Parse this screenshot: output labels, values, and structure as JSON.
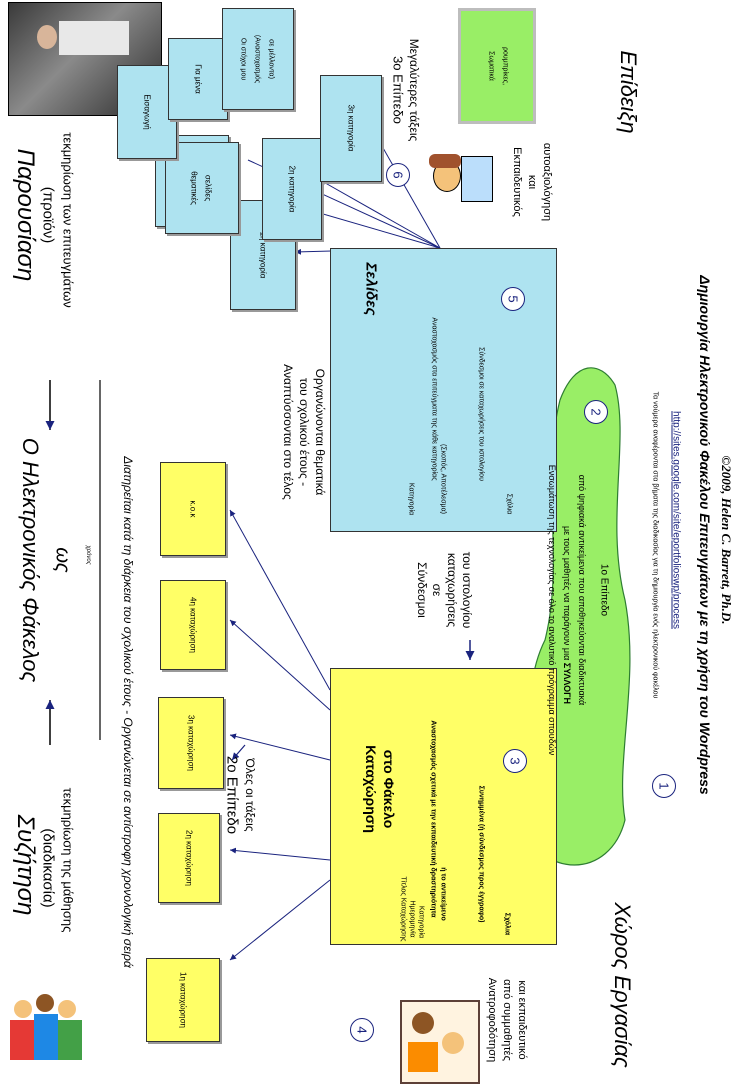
{
  "headings": {
    "main_title": "Ο Ηλεκτρονικός Φάκελος",
    "main_title_as": "ως",
    "discussion_title": "Συζήτηση",
    "discussion_sub": "(διαδικασία)",
    "discussion_caption": "τεκμηρίωση της μάθησης",
    "presentation_title": "Παρουσίαση",
    "presentation_sub": "(προϊόν)",
    "presentation_caption": "τεκμηρίωση των επιτευγμάτων",
    "time_label": "χρόνος",
    "workspace": "Χώρος Εργασίας",
    "showcase": "Επίδειξη"
  },
  "captions": {
    "left_long": "Διατηρείται κατά τη διάρκεια του σχολικού έτους - Οργανώνεται σε αντίστροφη χρονολογική σειρά",
    "right_developed_1": "Αναπτύσσονται στο τέλος",
    "right_developed_2": "του σχολικού έτους -",
    "right_developed_3": "Οργανώνονται θεματικά",
    "feedback_1": "Ανατροφοδότηση",
    "feedback_2": "από συμμαθητές",
    "feedback_3": "και εκπαιδευτικό",
    "links_1": "Σύνδεσμοι",
    "links_2": "σε",
    "links_3": "καταχωρήσεις",
    "links_4": "του ιστολογίου",
    "level2_title": "2ο Επίπεδο",
    "level2_sub": "Όλες οι τάξεις",
    "level3_title": "3ο Επίπεδο",
    "level3_sub": "Μεγαλύτερες τάξεις",
    "teacher_1": "Εκπαιδευτικός",
    "teacher_2": "και",
    "teacher_3": "αυτοαξιολόγηση",
    "numbers_note": "Τα νούμερα αναφέρονται στα βήματα της διαδικασίας για τη δημιουργία ενός ηλεκτρονικού φακέλου",
    "link_url": "http://sites.google.com/site/eportfolioswp/process",
    "footer_title": "Δημιουργία Ηλεκτρονικού Φακέλου Επιτευγμάτων με τη χρήση του Wordpress",
    "footer_copy": "©2009, Helen C. Barrett, Ph.D."
  },
  "entries_left": [
    {
      "label": "1η καταχώρηση"
    },
    {
      "label": "2η καταχώρηση"
    },
    {
      "label": "3η καταχώρηση"
    },
    {
      "label": "4η καταχώρηση"
    },
    {
      "label": "κ.ο.κ"
    }
  ],
  "entry_box": {
    "title_1": "Καταχώρηση",
    "title_2": "στο Φάκελο",
    "number": "3",
    "line1": "Τίτλος Καταχώρησης",
    "line2": "Ημερομηνία",
    "line3": "Κατηγορία",
    "line4": "Αναστοχασμός σχετικά με την εκπαιδευτική δραστηριότητα",
    "line5": "ή το αντικείμενο",
    "line6": "Συνημμένα (ή σύνδεσμος προς έγγραφο)",
    "line7": "Σχόλια"
  },
  "pages_box": {
    "title": "Σελίδες",
    "number": "5",
    "line1": "Κατηγορία",
    "line2": "Αναστοχασμός στα επιτεύγματα της κάθε κατηγορίας",
    "line3": "(Σκοπός, Αποτέλεσμα)",
    "line4": "Σύνδεσμοι σε καταχωρήσεις του ιστολογίου",
    "line5": "Σχόλια"
  },
  "cloud": {
    "number": "2",
    "line1": "Ενσωμάτωση της τεχνολογίας σε όλο το αναλυτικό πρόγραμμα σπουδών",
    "line2a": "με τους μαθητές να παράγουν μια",
    "line2b": "ΣΥΛΛΟΓΗ",
    "line3": "από ψηφιακά αντικείμενα που αποθηκεύονται διαδικτυακά",
    "line4": "1ο Επίπεδο"
  },
  "categories": [
    {
      "label": "1η κατηγορία"
    },
    {
      "label": "2η κατηγορία"
    },
    {
      "label": "3η κατηγορία"
    }
  ],
  "top_docs": {
    "intro": "Εισαγωγή",
    "about": "Για μένα",
    "goals_1": "Οι στόχοι μου",
    "goals_2": "(Αναστοχασμός",
    "goals_3": "σε μέλλοντα)",
    "thematic_1": "θεματικές",
    "thematic_2": "σελίδες",
    "tablet_1": "Σωματικά",
    "tablet_2": "ρουμπρίκες,"
  },
  "step_numbers": {
    "n1": "1",
    "n4": "4",
    "n6": "6"
  },
  "colors": {
    "yellow": "#ffff66",
    "blue": "#aee3f0",
    "green": "#99ee66",
    "arrow": "#1a237e"
  }
}
